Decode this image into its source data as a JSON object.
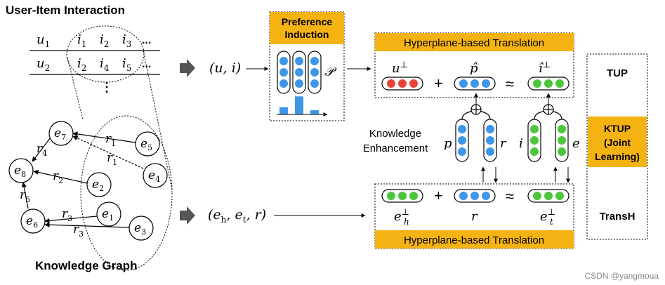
{
  "left": {
    "interaction_title": "User-Item Interaction",
    "kg_title": "Knowledge Graph",
    "matrix_rows": [
      {
        "user": "u",
        "user_sub": "1",
        "items": [
          [
            "i",
            "1"
          ],
          [
            "i",
            "2"
          ],
          [
            "i",
            "3"
          ]
        ],
        "more": "..."
      },
      {
        "user": "u",
        "user_sub": "2",
        "items": [
          [
            "i",
            "2"
          ],
          [
            "i",
            "4"
          ],
          [
            "i",
            "5"
          ]
        ],
        "more": "..."
      }
    ],
    "vdots": "⋮",
    "entities": {
      "e7": [
        "e",
        "7"
      ],
      "e8": [
        "e",
        "8"
      ],
      "e2": [
        "e",
        "2"
      ],
      "e6": [
        "e",
        "6"
      ],
      "e5": [
        "e",
        "5"
      ],
      "e4": [
        "e",
        "4"
      ],
      "e1": [
        "e",
        "1"
      ],
      "e3": [
        "e",
        "3"
      ]
    },
    "relations": {
      "r4": [
        "r",
        "4"
      ],
      "r2": [
        "r",
        "2"
      ],
      "r5": [
        "r",
        "5"
      ],
      "r1a": [
        "r",
        "1"
      ],
      "r1b": [
        "r",
        "1"
      ],
      "r3a": [
        "r",
        "3"
      ],
      "r3b": [
        "r",
        "3"
      ]
    }
  },
  "inputs": {
    "ui_pair": "(u, i)",
    "triple_open": "(e",
    "triple_h": "h",
    "triple_mid": ", e",
    "triple_t": "t",
    "triple_close": ", r)"
  },
  "preference": {
    "title_line1": "Preference",
    "title_line2": "Induction",
    "symbol": "𝒫",
    "histogram": [
      0.38,
      0.95,
      0.22
    ]
  },
  "tup_box": {
    "title": "Hyperplane-based Translation",
    "u_label": "u",
    "u_sup": "⊥",
    "plus": "+",
    "p_label": "p̂",
    "approx": "≈",
    "i_label": "î",
    "i_sup": "⊥"
  },
  "middle": {
    "knowledge_line1": "Knowledge",
    "knowledge_line2": "Enhancement",
    "p": "p",
    "r": "r",
    "i": "i",
    "e": "e",
    "oplus": "⊕"
  },
  "transh_box": {
    "title": "Hyperplane-based Translation",
    "eh_label": "e",
    "eh_sub": "h",
    "eh_sup": "⊥",
    "plus": "+",
    "r_label": "r",
    "approx": "≈",
    "et_label": "e",
    "et_sub": "t",
    "et_sup": "⊥"
  },
  "legend": {
    "tup": "TUP",
    "ktup_line1": "KTUP",
    "ktup_line2": "(Joint",
    "ktup_line3": "Learning)",
    "transh": "TransH"
  },
  "watermark": "CSDN @yangmoua",
  "colors": {
    "orange": "#f4b313",
    "blue": "#3d96e8",
    "red": "#e8433a",
    "green": "#4cc63a",
    "grey_arrow": "#555555"
  }
}
